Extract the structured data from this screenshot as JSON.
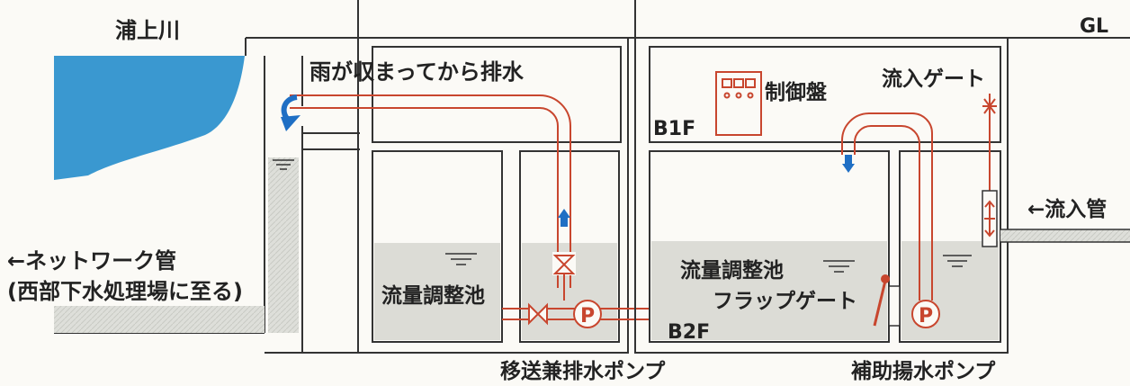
{
  "labels": {
    "river": "浦上川",
    "gl": "GL",
    "drain_note": "雨が収まってから排水",
    "control_panel": "制御盤",
    "inflow_gate": "流入ゲート",
    "b1f": "B1F",
    "inflow_pipe": "←流入管",
    "network_pipe": "←ネットワーク管",
    "network_dest": "(西部下水処理場に至る)",
    "tank_left": "流量調整池",
    "tank_right": "流量調整池",
    "flap_gate": "フラップゲート",
    "b2f": "B2F",
    "pump_symbol_1": "P",
    "pump_symbol_2": "P",
    "transfer_pump": "移送兼排水ポンプ",
    "aux_pump": "補助揚水ポンプ"
  },
  "colors": {
    "water": "#3a98d0",
    "pipe": "#c8462e",
    "flow_arrow": "#1f6fc4",
    "wall": "#333333",
    "tank_fill": "#dcdcd6"
  },
  "icons": {
    "control_panel": "control-cabinet-icon",
    "pump": "pump-icon",
    "valve": "gate-valve-icon",
    "water_level": "water-level-icon",
    "flow_arrow": "flow-arrow-icon"
  }
}
